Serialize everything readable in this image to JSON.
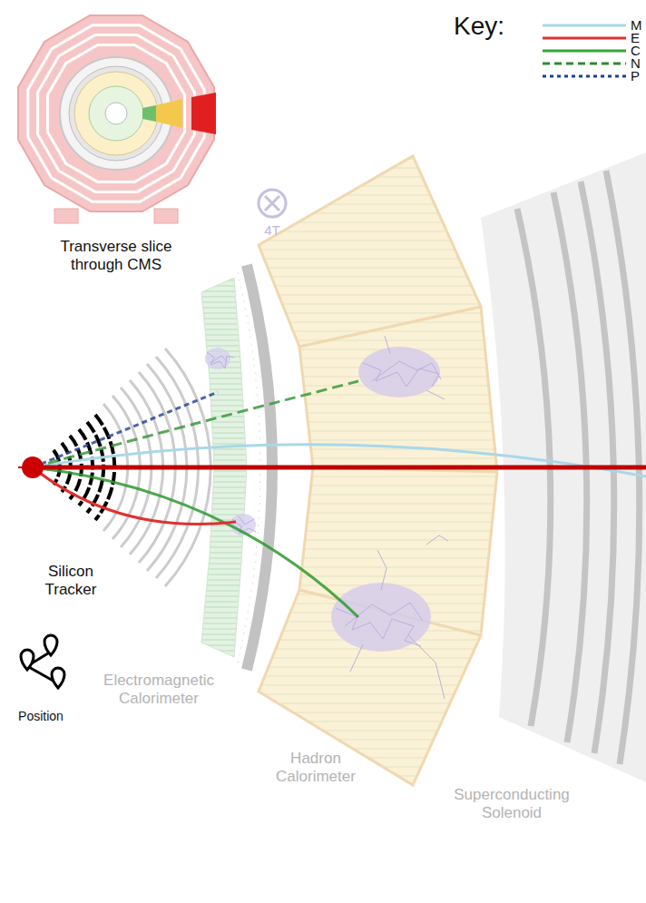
{
  "diagram": {
    "labels": [
      "Key:",
      "Transverse slice through CMS",
      "4T",
      "Silicon Tracker",
      "Position",
      "Electromagnetic Calorimeter",
      "Hadron Calorimeter",
      "Superconducting Solenoid"
    ],
    "legend": [
      {
        "text": "M"
      },
      {
        "text": "E"
      },
      {
        "text": "C"
      },
      {
        "text": "N"
      },
      {
        "text": "P"
      }
    ]
  }
}
